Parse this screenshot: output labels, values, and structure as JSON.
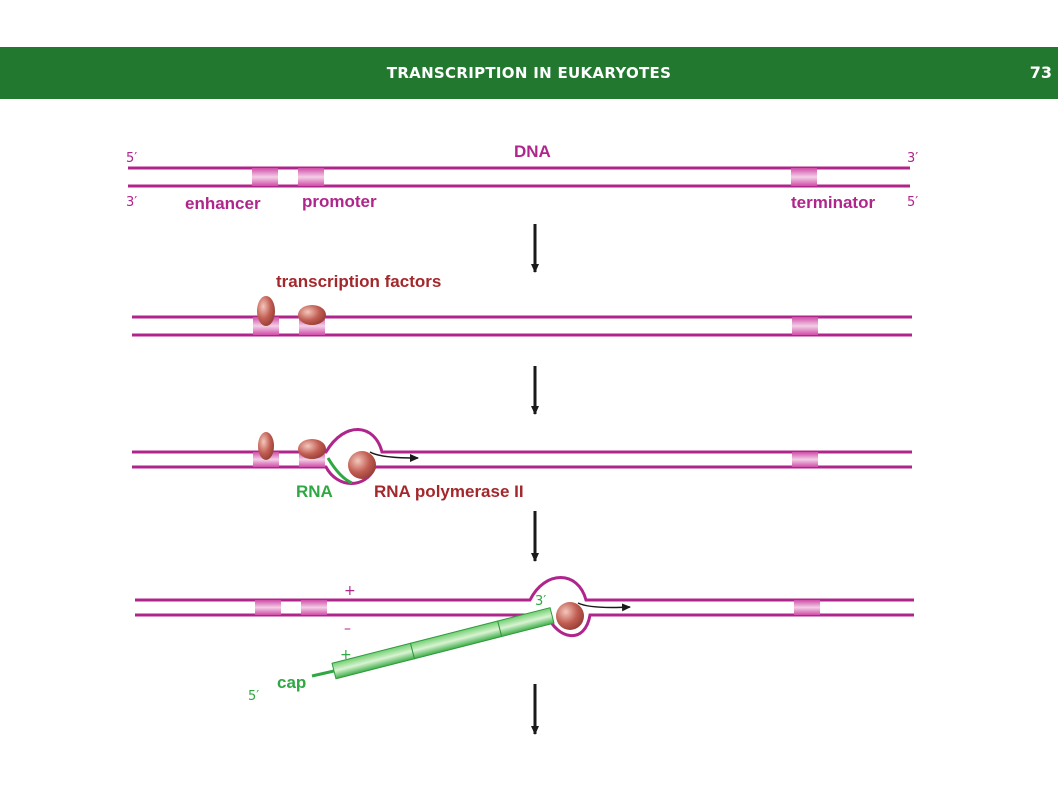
{
  "header": {
    "title": "TRANSCRIPTION IN EUKARYOTES",
    "page_number": "73"
  },
  "diagram": {
    "dna_label": "DNA",
    "enhancer_label": "enhancer",
    "promoter_label": "promoter",
    "terminator_label": "terminator",
    "transcription_factors_label": "transcription factors",
    "rna_label": "RNA",
    "rna_polymerase_label": "RNA polymerase II",
    "cap_label": "cap",
    "five_prime": "5′",
    "three_prime": "3′",
    "plus_sign": "+",
    "minus_sign": "–"
  },
  "colors": {
    "header_bg": "#22782f",
    "dna_strand": "#b0258c",
    "label_magenta": "#b0258c",
    "label_red": "#a3282c",
    "rna_green": "#2fa843",
    "protein": "#b3524a",
    "arrow": "#1a1a1a"
  }
}
